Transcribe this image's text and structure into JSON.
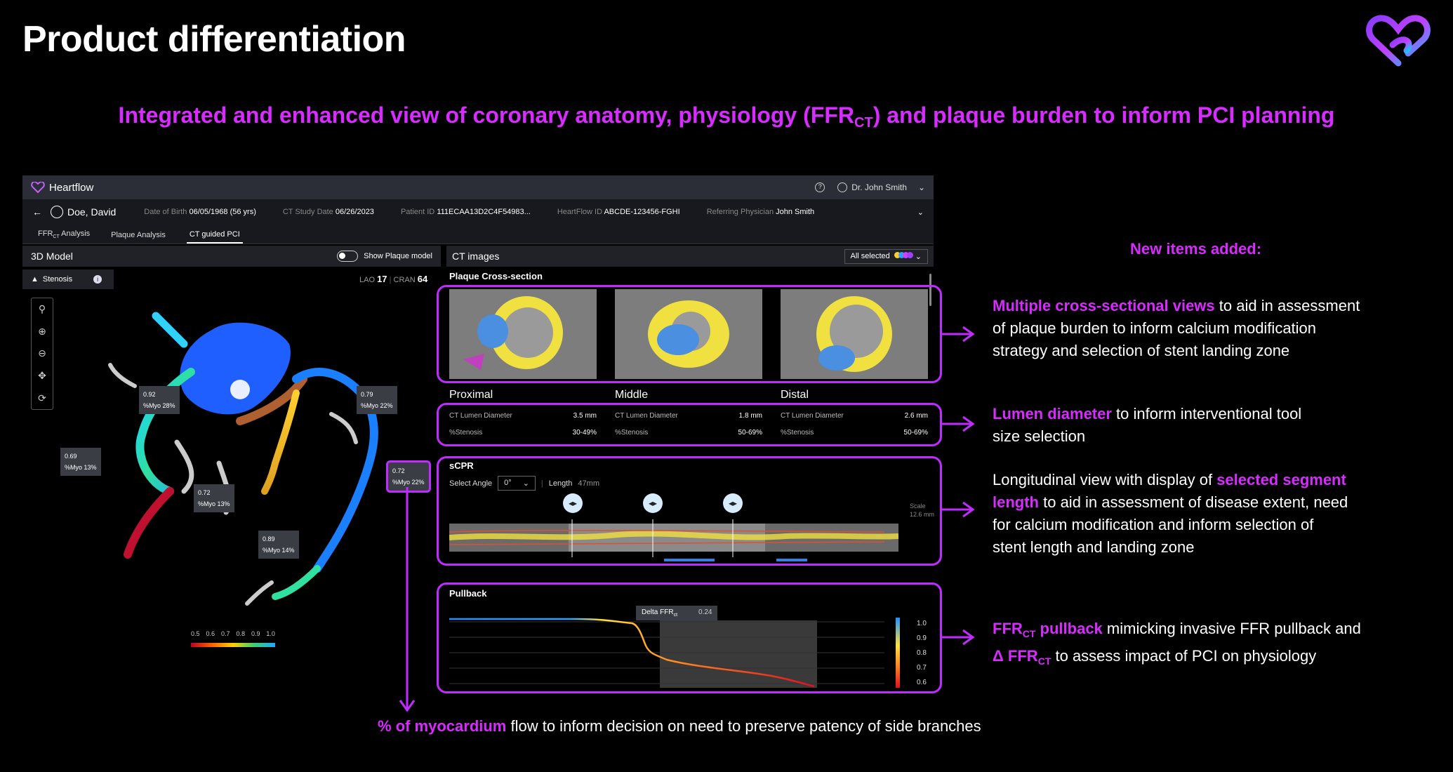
{
  "slide": {
    "title": "Product differentiation",
    "subtitle_pre": "Integrated and enhanced view of coronary anatomy, physiology (FFR",
    "subtitle_sub": "CT",
    "subtitle_post": ") and plaque burden to inform PCI planning"
  },
  "app": {
    "brand": "Heartflow",
    "user": "Dr. John Smith",
    "patient": {
      "name": "Doe, David",
      "dob_label": "Date of Birth",
      "dob": "06/05/1968 (56 yrs)",
      "study_label": "CT Study Date",
      "study": "06/26/2023",
      "pid_label": "Patient ID",
      "pid": "111ECAA13D2C4F54983...",
      "hfid_label": "HeartFlow ID",
      "hfid": "ABCDE-123456-FGHI",
      "ref_label": "Referring Physician",
      "ref": "John Smith"
    },
    "tabs": [
      {
        "pre": "FFR",
        "sub": "CT",
        "post": " Analysis"
      },
      {
        "label": "Plaque Analysis"
      },
      {
        "label": "CT guided PCI"
      }
    ],
    "model": {
      "header": "3D Model",
      "toggle_label": "Show Plaque model",
      "stenosis_label": "Stenosis",
      "lao_label": "LAO",
      "lao": "17",
      "cran_label": "CRAN",
      "cran": "64",
      "annotations": [
        {
          "value": "0.92",
          "myo": "%Myo 28%"
        },
        {
          "value": "0.79",
          "myo": "%Myo 22%"
        },
        {
          "value": "0.69",
          "myo": "%Myo 13%"
        },
        {
          "value": "0.72",
          "myo": "%Myo 13%"
        },
        {
          "value": "0.72",
          "myo": "%Myo 22%"
        },
        {
          "value": "0.89",
          "myo": "%Myo 14%"
        }
      ],
      "colorbar_ticks": [
        "0.5",
        "0.6",
        "0.7",
        "0.8",
        "0.9",
        "1.0"
      ]
    },
    "ct": {
      "header": "CT images",
      "select_label": "All selected",
      "cross_section_label": "Plaque Cross-section",
      "views": [
        {
          "name": "Proximal",
          "diameter_label": "CT Lumen Diameter",
          "diameter": "3.5 mm",
          "stenosis_label": "%Stenosis",
          "stenosis": "30-49%"
        },
        {
          "name": "Middle",
          "diameter_label": "CT Lumen Diameter",
          "diameter": "1.8  mm",
          "stenosis_label": "%Stenosis",
          "stenosis": "50-69%"
        },
        {
          "name": "Distal",
          "diameter_label": "CT Lumen Diameter",
          "diameter": "2.6 mm",
          "stenosis_label": "%Stenosis",
          "stenosis": "50-69%"
        }
      ],
      "scpr_label": "sCPR",
      "select_angle_label": "Select Angle",
      "angle_value": "0°",
      "length_label": "Length",
      "length_value": "47mm",
      "scale_label": "Scale",
      "scale_value": "12.6 mm",
      "pullback_label": "Pullback",
      "delta_label": "Delta FFR",
      "delta_sub": "ct",
      "delta_value": "0.24",
      "pullback_ticks": [
        "1.0",
        "0.9",
        "0.8",
        "0.7",
        "0.6"
      ]
    }
  },
  "callouts": {
    "new_items": "New items added:",
    "c1_hl": "Multiple cross-sectional views",
    "c1_l1": " to aid in assessment",
    "c1_l2": "of plaque burden to inform calcium modification",
    "c1_l3": "strategy and selection of stent landing zone",
    "c2_hl": "Lumen diameter",
    "c2_l1": " to inform interventional tool",
    "c2_l2": "size selection",
    "c3_l1": "Longitudinal view with display of ",
    "c3_hl1": "selected segment",
    "c3_hl2": "length",
    "c3_l2": " to aid in assessment of disease extent, need",
    "c3_l3": "for calcium modification and inform selection of",
    "c3_l4": "stent length and landing zone",
    "c4_hl1": "FFR",
    "c4_sub1": "CT",
    "c4_hl1b": " pullback",
    "c4_l1": " mimicking invasive FFR pullback and",
    "c4_hl2": "Δ FFR",
    "c4_sub2": "CT",
    "c4_l2": " to assess impact of PCI on physiology",
    "bottom_hl": "% of myocardium",
    "bottom_text": " flow to inform decision on need to preserve patency of side branches"
  },
  "colors": {
    "accent": "#d82bff",
    "box": "#c02cff",
    "plaque_calcified": "#f0e040",
    "plaque_noncalcified": "#4a8fe0"
  }
}
